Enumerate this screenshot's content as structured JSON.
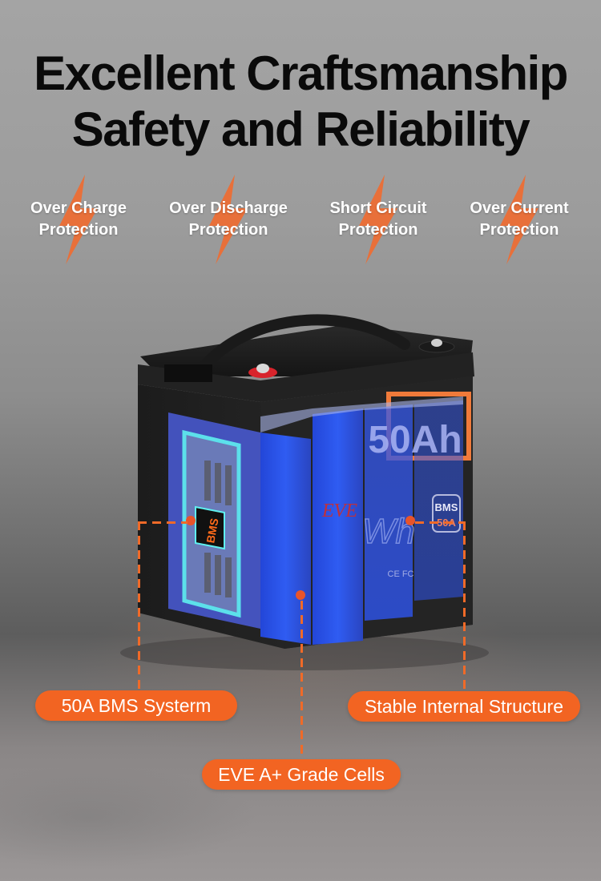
{
  "header": {
    "title_line1": "Excellent Craftsmanship",
    "title_line2": "Safety and Reliability"
  },
  "features": [
    {
      "label": "Over Charge\nProtection",
      "icon": "lightning-bolt-icon"
    },
    {
      "label": "Over Discharge\nProtection",
      "icon": "lightning-bolt-icon"
    },
    {
      "label": "Short Circuit\nProtection",
      "icon": "lightning-bolt-icon"
    },
    {
      "label": "Over Current\nProtection",
      "icon": "lightning-bolt-icon"
    }
  ],
  "product": {
    "capacity_label": "50Ah",
    "cell_brand": "EVE",
    "unit_label": "Wh",
    "bms_badge": "BMS",
    "bms_badge_value": "50A",
    "bms_chip_label": "BMS",
    "cert_marks": "CE FC"
  },
  "callouts": {
    "bms": "50A BMS Systerm",
    "structure": "Stable Internal Structure",
    "cells": "EVE A+ Grade Cells"
  },
  "colors": {
    "accent_orange": "#f26422",
    "bolt_orange": "#e8703a",
    "cell_blue": "#2a4fe6",
    "bms_cyan": "#5ff0f0",
    "title": "#0a0a0a"
  }
}
